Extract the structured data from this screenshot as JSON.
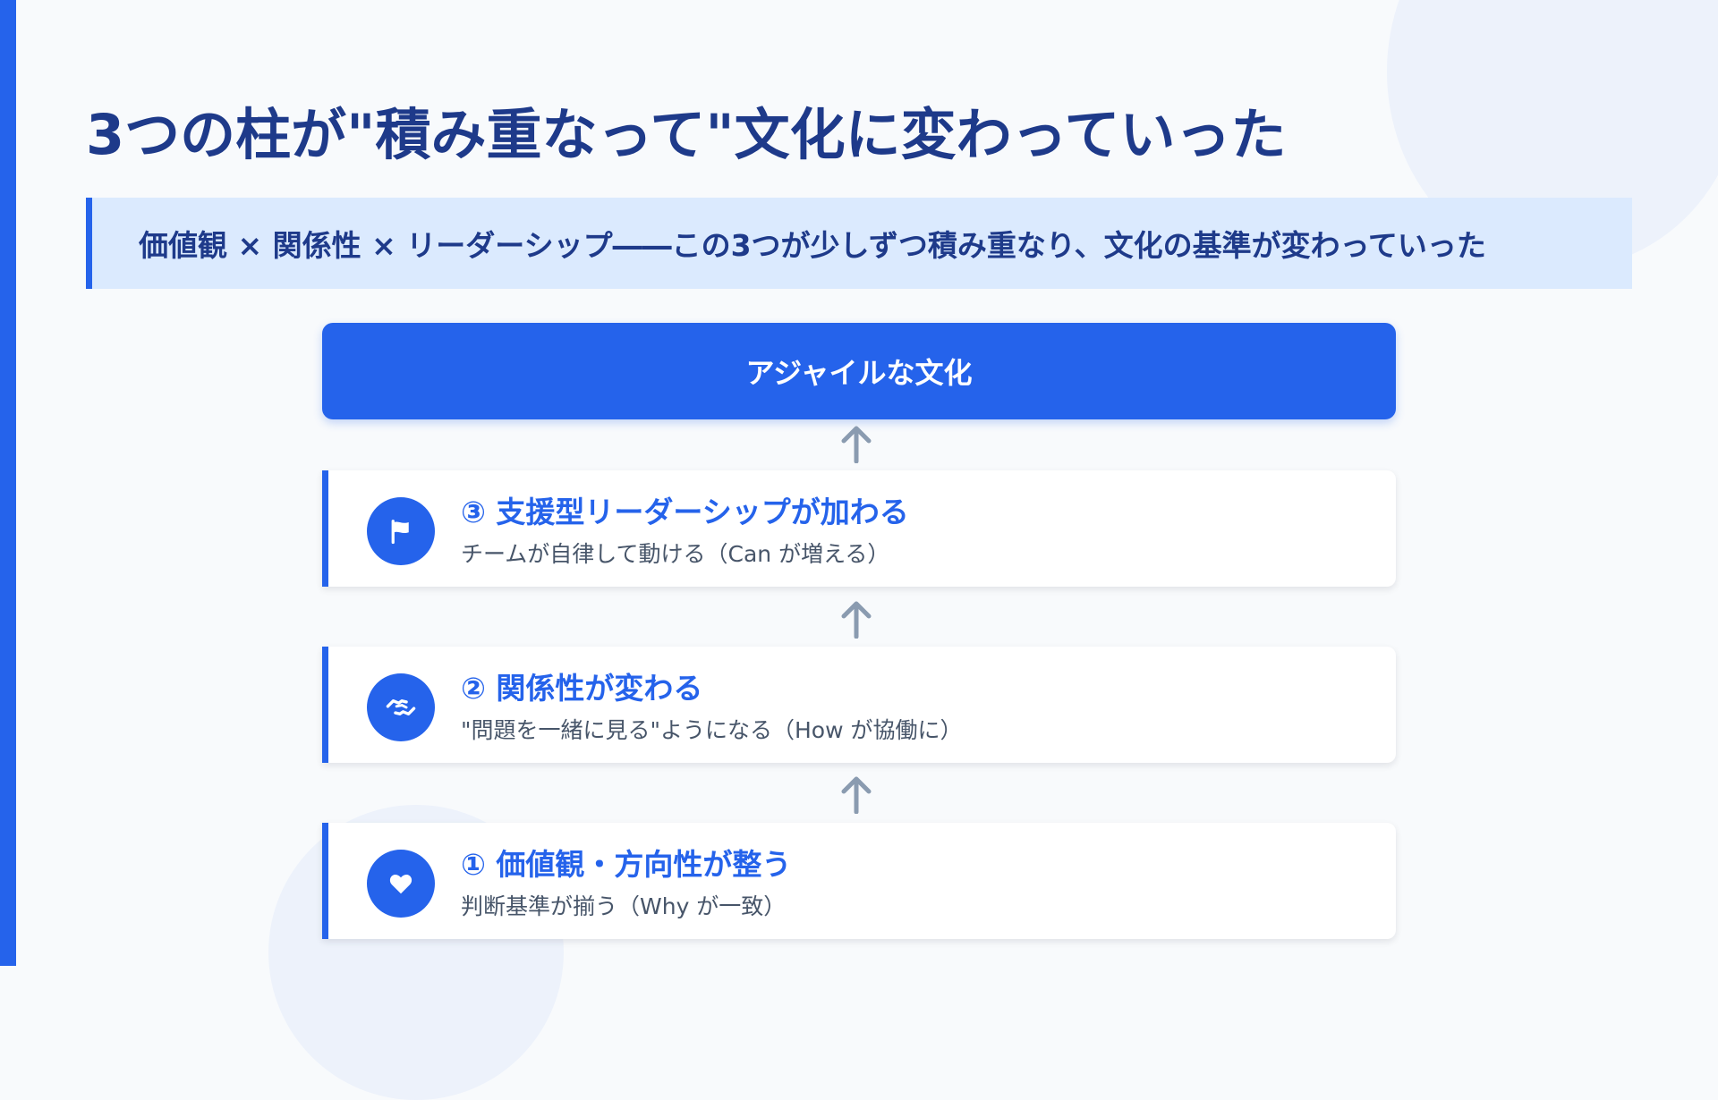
{
  "slide": {
    "title": "3つの柱が\"積み重なって\"文化に変わっていった",
    "banner": "価値観 × 関係性 × リーダーシップ――この3つが少しずつ積み重なり、文化の基準が変わっていった",
    "top_box": "アジャイルな文化",
    "accent_color": "#2563eb",
    "title_color": "#1e3a8a",
    "pillars": [
      {
        "title": "③ 支援型リーダーシップが加わる",
        "description": "チームが自律して動ける（Can が増える）",
        "icon": "flag-icon"
      },
      {
        "title": "② 関係性が変わる",
        "description": "\"問題を一緒に見る\"ようになる（How が協働に）",
        "icon": "handshake-icon"
      },
      {
        "title": "① 価値観・方向性が整う",
        "description": "判断基準が揃う（Why が一致）",
        "icon": "heart-icon"
      }
    ]
  }
}
